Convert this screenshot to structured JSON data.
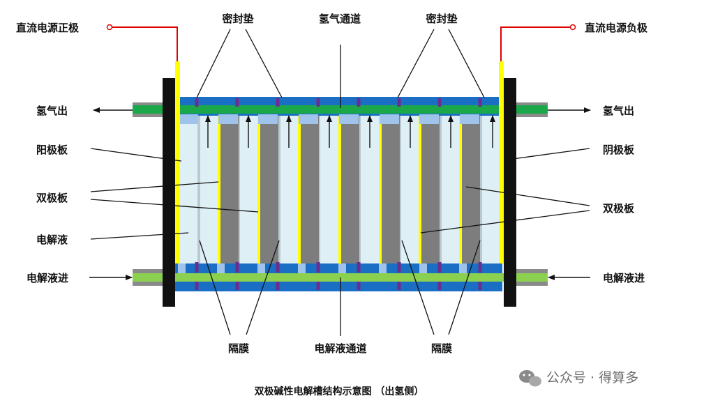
{
  "labels": {
    "dc_positive": "直流电源正极",
    "dc_negative": "直流电源负极",
    "gasket_left": "密封垫",
    "gasket_right": "密封垫",
    "h2_channel": "氢气通道",
    "h2_out_left": "氢气出",
    "h2_out_right": "氢气出",
    "anode_plate": "阳极板",
    "cathode_plate": "阴极板",
    "bipolar_left": "双极板",
    "bipolar_right": "双极板",
    "electrolyte": "电解液",
    "electrolyte_in_left": "电解液进",
    "electrolyte_in_right": "电解液进",
    "membrane_left": "隔膜",
    "membrane_right": "隔膜",
    "electrolyte_channel": "电解液通道"
  },
  "caption": "双极碱性电解槽结构示意图 （出氢侧）",
  "watermark": "公众号 · 得算多",
  "colors": {
    "end_plate": "#111111",
    "manifold_blue": "#1a6fc4",
    "h2_green": "#1aa84a",
    "electrolyte_green": "#8cd050",
    "port_gray": "#8a8a8a",
    "bipolar_gray": "#7d7d7d",
    "electrode_yellow": "#ffff00",
    "electrolyte_fill": "#dfeff6",
    "diaphragm": "#b9c9cf",
    "gasket_purple": "#6b2d8e",
    "seal_lightblue": "#9fc3ea",
    "wire_red": "#e00000"
  }
}
